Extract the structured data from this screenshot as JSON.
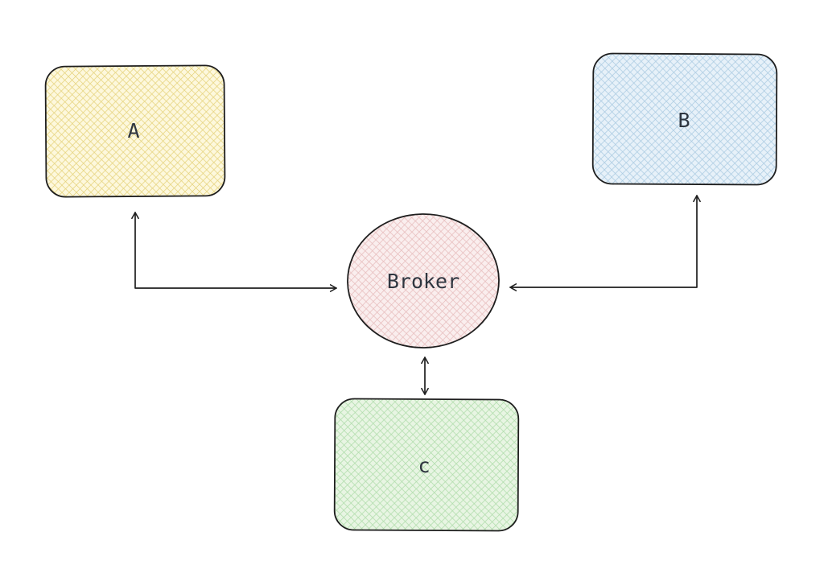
{
  "diagram": {
    "type": "graph",
    "background": "#ffffff",
    "stroke": "#1e1e1e",
    "text_color": "#2f3640",
    "nodes": [
      {
        "id": "node-a",
        "label": "A",
        "shape": "rounded-rectangle",
        "colors": {
          "base": "#fdf8dd",
          "hatch": "#ddc558"
        }
      },
      {
        "id": "node-b",
        "label": "B",
        "shape": "rounded-rectangle",
        "colors": {
          "base": "#e7f1f9",
          "hatch": "#94bcd9"
        }
      },
      {
        "id": "node-broker",
        "label": "Broker",
        "shape": "ellipse",
        "colors": {
          "base": "#faeeee",
          "hatch": "#dfa9a9"
        }
      },
      {
        "id": "node-c",
        "label": "c",
        "shape": "rounded-rectangle",
        "colors": {
          "base": "#e8f5e3",
          "hatch": "#9ad395"
        }
      }
    ],
    "edges": [
      {
        "from": "node-a",
        "to": "node-broker",
        "direction": "bidirectional"
      },
      {
        "from": "node-b",
        "to": "node-broker",
        "direction": "bidirectional"
      },
      {
        "from": "node-broker",
        "to": "node-c",
        "direction": "bidirectional"
      }
    ]
  }
}
